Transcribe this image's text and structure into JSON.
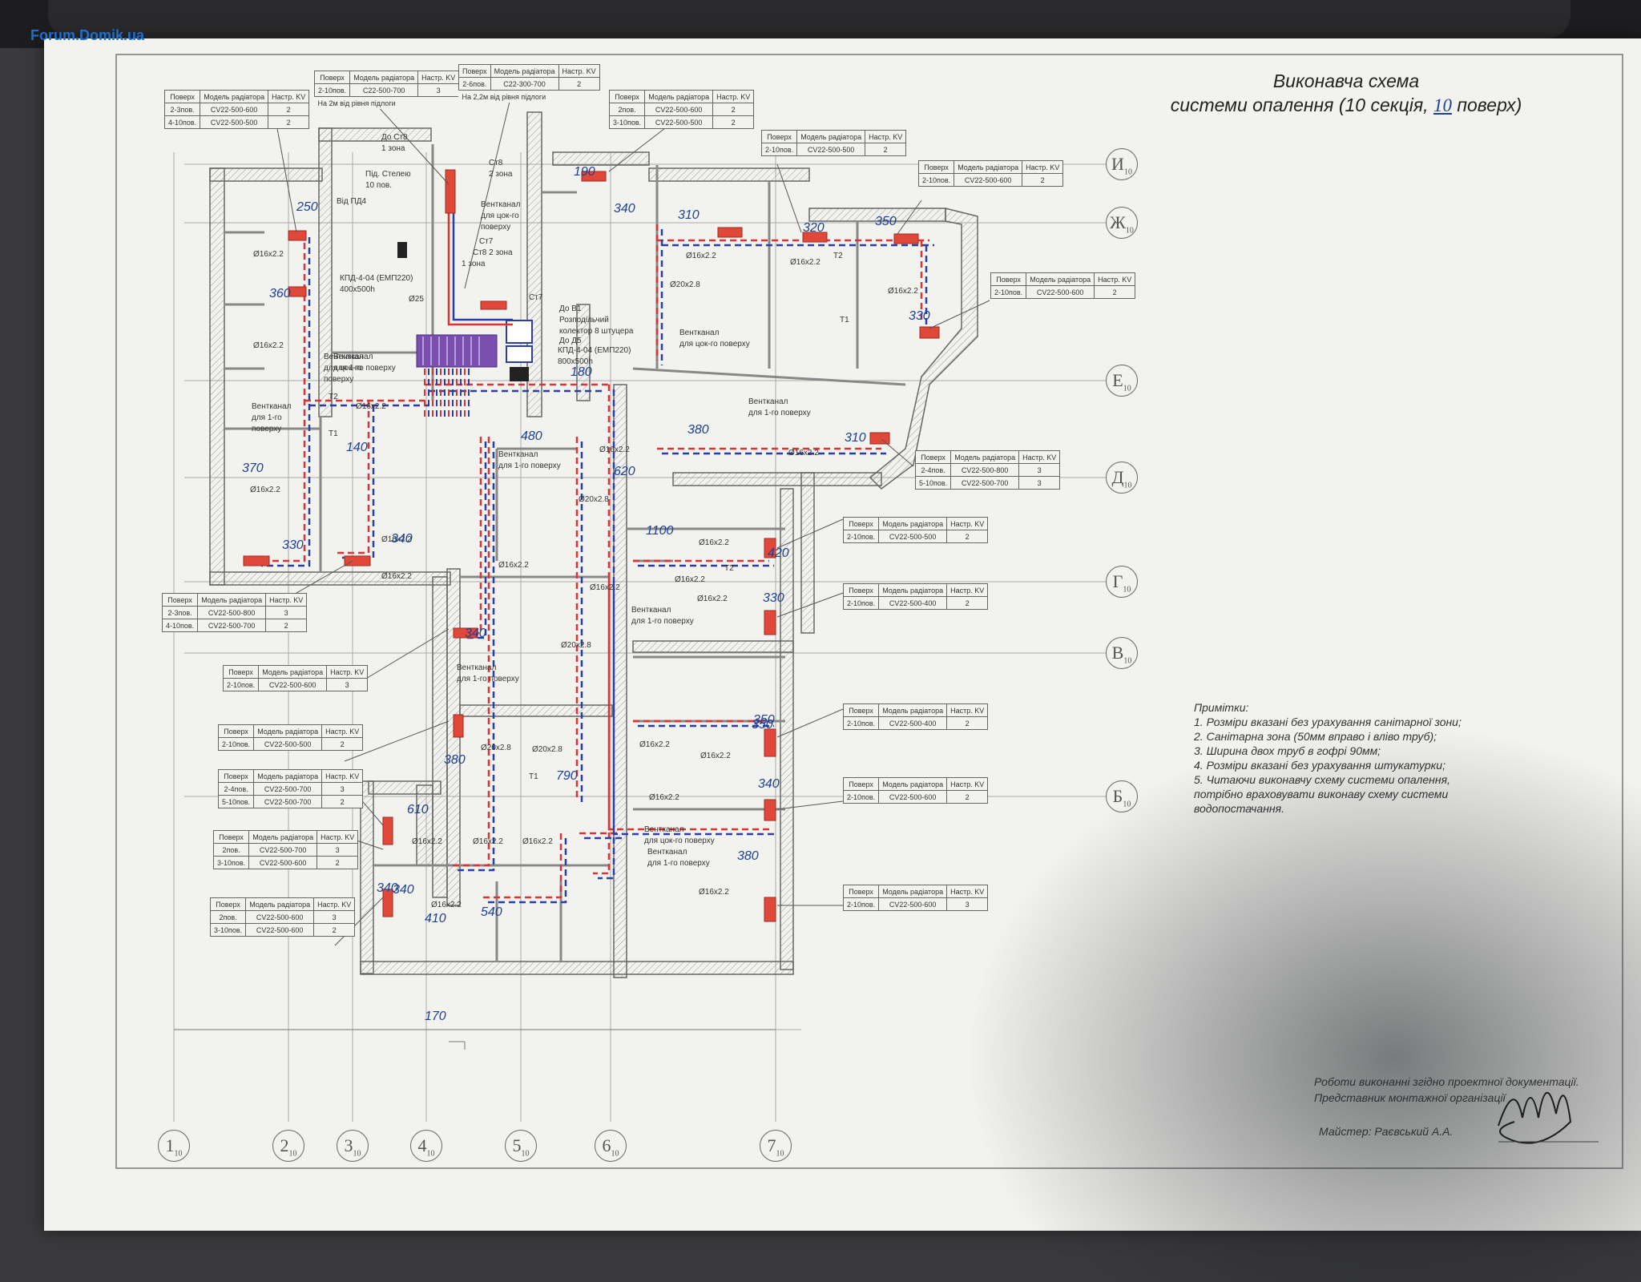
{
  "watermark": "Forum.Domik.ua",
  "title": {
    "line1": "Виконавча схема",
    "line2_prefix": "системи опалення (10 секція,",
    "line2_floor": "10",
    "line2_suffix": "поверх)"
  },
  "table_headers": {
    "floor": "Поверх",
    "model": "Модель радіатора",
    "kv": "Настр. KV"
  },
  "tables": [
    {
      "id": "t1",
      "rows": [
        [
          "2-3пов.",
          "CV22-500-600",
          "2"
        ],
        [
          "4-10пов.",
          "CV22-500-500",
          "2"
        ]
      ]
    },
    {
      "id": "t2",
      "rows": [
        [
          "2-10пов.",
          "C22-500-700",
          "3"
        ]
      ],
      "note": "На 2м від рівня підлоги"
    },
    {
      "id": "t3",
      "rows": [
        [
          "2-6пов.",
          "C22-300-700",
          "2"
        ]
      ],
      "note": "На 2,2м від рівня підлоги"
    },
    {
      "id": "t4",
      "rows": [
        [
          "2пов.",
          "CV22-500-600",
          "2"
        ],
        [
          "3-10пов.",
          "CV22-500-500",
          "2"
        ]
      ]
    },
    {
      "id": "t5",
      "rows": [
        [
          "2-10пов.",
          "CV22-500-500",
          "2"
        ]
      ]
    },
    {
      "id": "t6",
      "rows": [
        [
          "2-10пов.",
          "CV22-500-600",
          "2"
        ]
      ]
    },
    {
      "id": "t7",
      "rows": [
        [
          "2-10пов.",
          "CV22-500-600",
          "2"
        ]
      ]
    },
    {
      "id": "t8",
      "rows": [
        [
          "2-4пов.",
          "CV22-500-800",
          "3"
        ],
        [
          "5-10пов.",
          "CV22-500-700",
          "3"
        ]
      ]
    },
    {
      "id": "t9",
      "rows": [
        [
          "2-10пов.",
          "CV22-500-500",
          "2"
        ]
      ]
    },
    {
      "id": "t10",
      "rows": [
        [
          "2-10пов.",
          "CV22-500-400",
          "2"
        ]
      ]
    },
    {
      "id": "t11",
      "rows": [
        [
          "2-3пов.",
          "CV22-500-800",
          "3"
        ],
        [
          "4-10пов.",
          "CV22-500-700",
          "2"
        ]
      ]
    },
    {
      "id": "t12",
      "rows": [
        [
          "2-10пов.",
          "CV22-500-600",
          "3"
        ]
      ]
    },
    {
      "id": "t13",
      "rows": [
        [
          "2-10пов.",
          "CV22-500-500",
          "2"
        ]
      ]
    },
    {
      "id": "t14",
      "rows": [
        [
          "2-4пов.",
          "CV22-500-700",
          "3"
        ],
        [
          "5-10пов.",
          "CV22-500-700",
          "2"
        ]
      ]
    },
    {
      "id": "t15",
      "rows": [
        [
          "2пов.",
          "CV22-500-700",
          "3"
        ],
        [
          "3-10пов.",
          "CV22-500-600",
          "2"
        ]
      ]
    },
    {
      "id": "t16",
      "rows": [
        [
          "2пов.",
          "CV22-500-600",
          "3"
        ],
        [
          "3-10пов.",
          "CV22-500-600",
          "2"
        ]
      ]
    },
    {
      "id": "t17",
      "rows": [
        [
          "2-10пов.",
          "CV22-500-400",
          "2"
        ]
      ]
    },
    {
      "id": "t18",
      "rows": [
        [
          "2-10пов.",
          "CV22-500-600",
          "2"
        ]
      ]
    },
    {
      "id": "t19",
      "rows": [
        [
          "2-10пов.",
          "CV22-500-600",
          "3"
        ]
      ]
    }
  ],
  "axes_letters": [
    "И",
    "Ж",
    "Е",
    "Д",
    "Г",
    "В",
    "Б"
  ],
  "axes_numbers": [
    "1",
    "2",
    "3",
    "4",
    "5",
    "6",
    "7"
  ],
  "axis_sub": "10",
  "notes": {
    "heading": "Примітки:",
    "items": [
      "1. Розміри вказані без урахування санітарної зони;",
      "2. Санітарна зона (50мм вправо і вліво труб);",
      "3. Ширина двох труб в гофрі 90мм;",
      "4. Розміри вказані без урахування штукатурки;",
      "5. Читаючи виконавчу схему системи опалення,",
      "потрібно враховувати виконаву схему системи",
      "водопостачання."
    ]
  },
  "signature": {
    "line1": "Роботи виконанні згідно проектної документації.",
    "line2": "Представник монтажної організації",
    "master": "Майстер: Раєвський А.А."
  },
  "plan_labels": [
    {
      "t": "До Ст8"
    },
    {
      "t": "1 зона"
    },
    {
      "t": "Під. Стелею"
    },
    {
      "t": "10 пов."
    },
    {
      "t": "Ст8"
    },
    {
      "t": "2 зона"
    },
    {
      "t": "Від ПД4"
    },
    {
      "t": "Вентканал"
    },
    {
      "t": "для цок-го"
    },
    {
      "t": "поверху"
    },
    {
      "t": "Ст8 2 зона"
    },
    {
      "t": "Ст7"
    },
    {
      "t": "1 зона"
    },
    {
      "t": "КПД-4-04 (ЕМП220)"
    },
    {
      "t": "400х500h"
    },
    {
      "t": "Ø25"
    },
    {
      "t": "Ст7"
    },
    {
      "t": "До В1"
    },
    {
      "t": "Розподільчий"
    },
    {
      "t": "колектор 8 штуцера"
    },
    {
      "t": "До Д5"
    },
    {
      "t": "КПД-4-04 (ЕМП220)"
    },
    {
      "t": "800х500h"
    },
    {
      "t": "Вентканал"
    },
    {
      "t": "для цок-го"
    },
    {
      "t": "поверху"
    },
    {
      "t": "Вентканал"
    },
    {
      "t": "для 1-го поверху"
    },
    {
      "t": "Вентканал"
    },
    {
      "t": "для 1-го"
    },
    {
      "t": "поверху"
    },
    {
      "t": "Вентканал"
    },
    {
      "t": "для цок-го поверху"
    },
    {
      "t": "Вентканал"
    },
    {
      "t": "для 1-го поверху"
    },
    {
      "t": "Вентканал"
    },
    {
      "t": "для 1-го поверху"
    },
    {
      "t": "Вентканал"
    },
    {
      "t": "для 1-го поверху"
    },
    {
      "t": "Вентканал"
    },
    {
      "t": "для 1-го поверху"
    },
    {
      "t": "Вентканал"
    },
    {
      "t": "для цок-го поверху"
    },
    {
      "t": "Вентканал"
    },
    {
      "t": "для 1-го поверху"
    },
    {
      "t": "Ø16x2.2"
    },
    {
      "t": "Ø16x2.2"
    },
    {
      "t": "Ø16x2.2"
    },
    {
      "t": "Ø16x2.2"
    },
    {
      "t": "Ø16x2.2"
    },
    {
      "t": "Ø16x2.2"
    },
    {
      "t": "Ø16x2.2"
    },
    {
      "t": "Ø16x2.2"
    },
    {
      "t": "Ø16x2.2"
    },
    {
      "t": "Ø16x2.2"
    },
    {
      "t": "Ø16x2.2"
    },
    {
      "t": "Ø16x2.2"
    },
    {
      "t": "Ø16x2.2"
    },
    {
      "t": "Ø16x2.2"
    },
    {
      "t": "Ø16x2.2"
    },
    {
      "t": "Ø16x2.2"
    },
    {
      "t": "Ø16x2.2"
    },
    {
      "t": "Ø16x2.2"
    },
    {
      "t": "Ø16x2.2"
    },
    {
      "t": "Ø16x2.2"
    },
    {
      "t": "Ø16x2.2"
    },
    {
      "t": "Ø16x2.2"
    },
    {
      "t": "Ø16x2.2"
    },
    {
      "t": "Ø16x2.2"
    },
    {
      "t": "Ø20x2.8"
    },
    {
      "t": "Ø20x2.8"
    },
    {
      "t": "Ø20x2.8"
    },
    {
      "t": "Ø20x2.8"
    },
    {
      "t": "Ø20x2.8"
    },
    {
      "t": "T1"
    },
    {
      "t": "T2"
    },
    {
      "t": "T1"
    },
    {
      "t": "T2"
    },
    {
      "t": "T1"
    },
    {
      "t": "T2"
    }
  ],
  "hand_labels": [
    "250",
    "360",
    "370",
    "330",
    "140",
    "340",
    "380",
    "350",
    "310",
    "320",
    "350",
    "330",
    "340",
    "380",
    "420",
    "330",
    "1100",
    "790",
    "620",
    "380",
    "310",
    "350",
    "340",
    "610",
    "340",
    "410",
    "340",
    "540",
    "340",
    "190",
    "480",
    "180",
    "170"
  ]
}
